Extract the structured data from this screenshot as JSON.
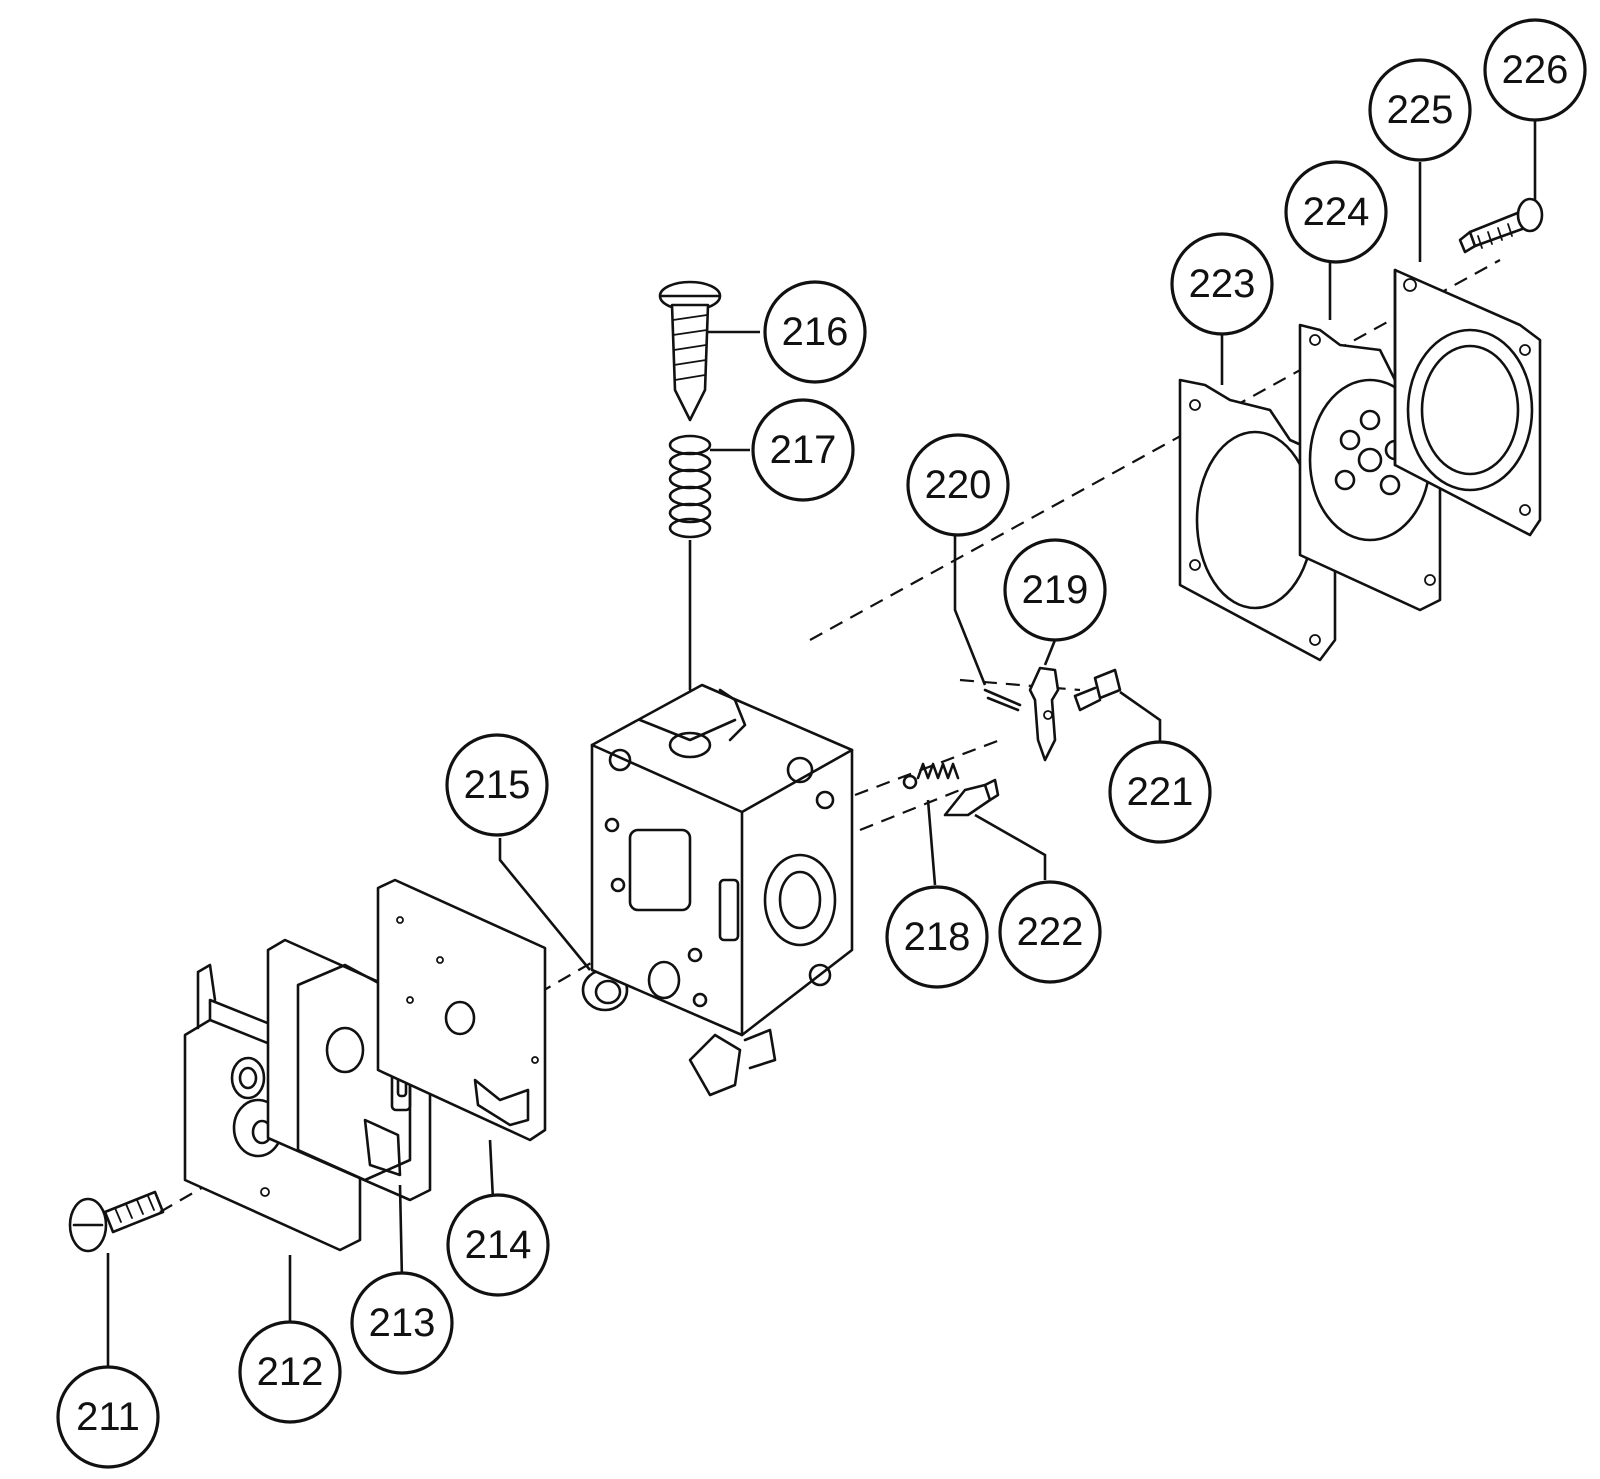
{
  "callouts": [
    {
      "id": "p211",
      "label": "211"
    },
    {
      "id": "p212",
      "label": "212"
    },
    {
      "id": "p213",
      "label": "213"
    },
    {
      "id": "p214",
      "label": "214"
    },
    {
      "id": "p215",
      "label": "215"
    },
    {
      "id": "p216",
      "label": "216"
    },
    {
      "id": "p217",
      "label": "217"
    },
    {
      "id": "p218",
      "label": "218"
    },
    {
      "id": "p219",
      "label": "219"
    },
    {
      "id": "p220",
      "label": "220"
    },
    {
      "id": "p221",
      "label": "221"
    },
    {
      "id": "p222",
      "label": "222"
    },
    {
      "id": "p223",
      "label": "223"
    },
    {
      "id": "p224",
      "label": "224"
    },
    {
      "id": "p225",
      "label": "225"
    },
    {
      "id": "p226",
      "label": "226"
    }
  ]
}
